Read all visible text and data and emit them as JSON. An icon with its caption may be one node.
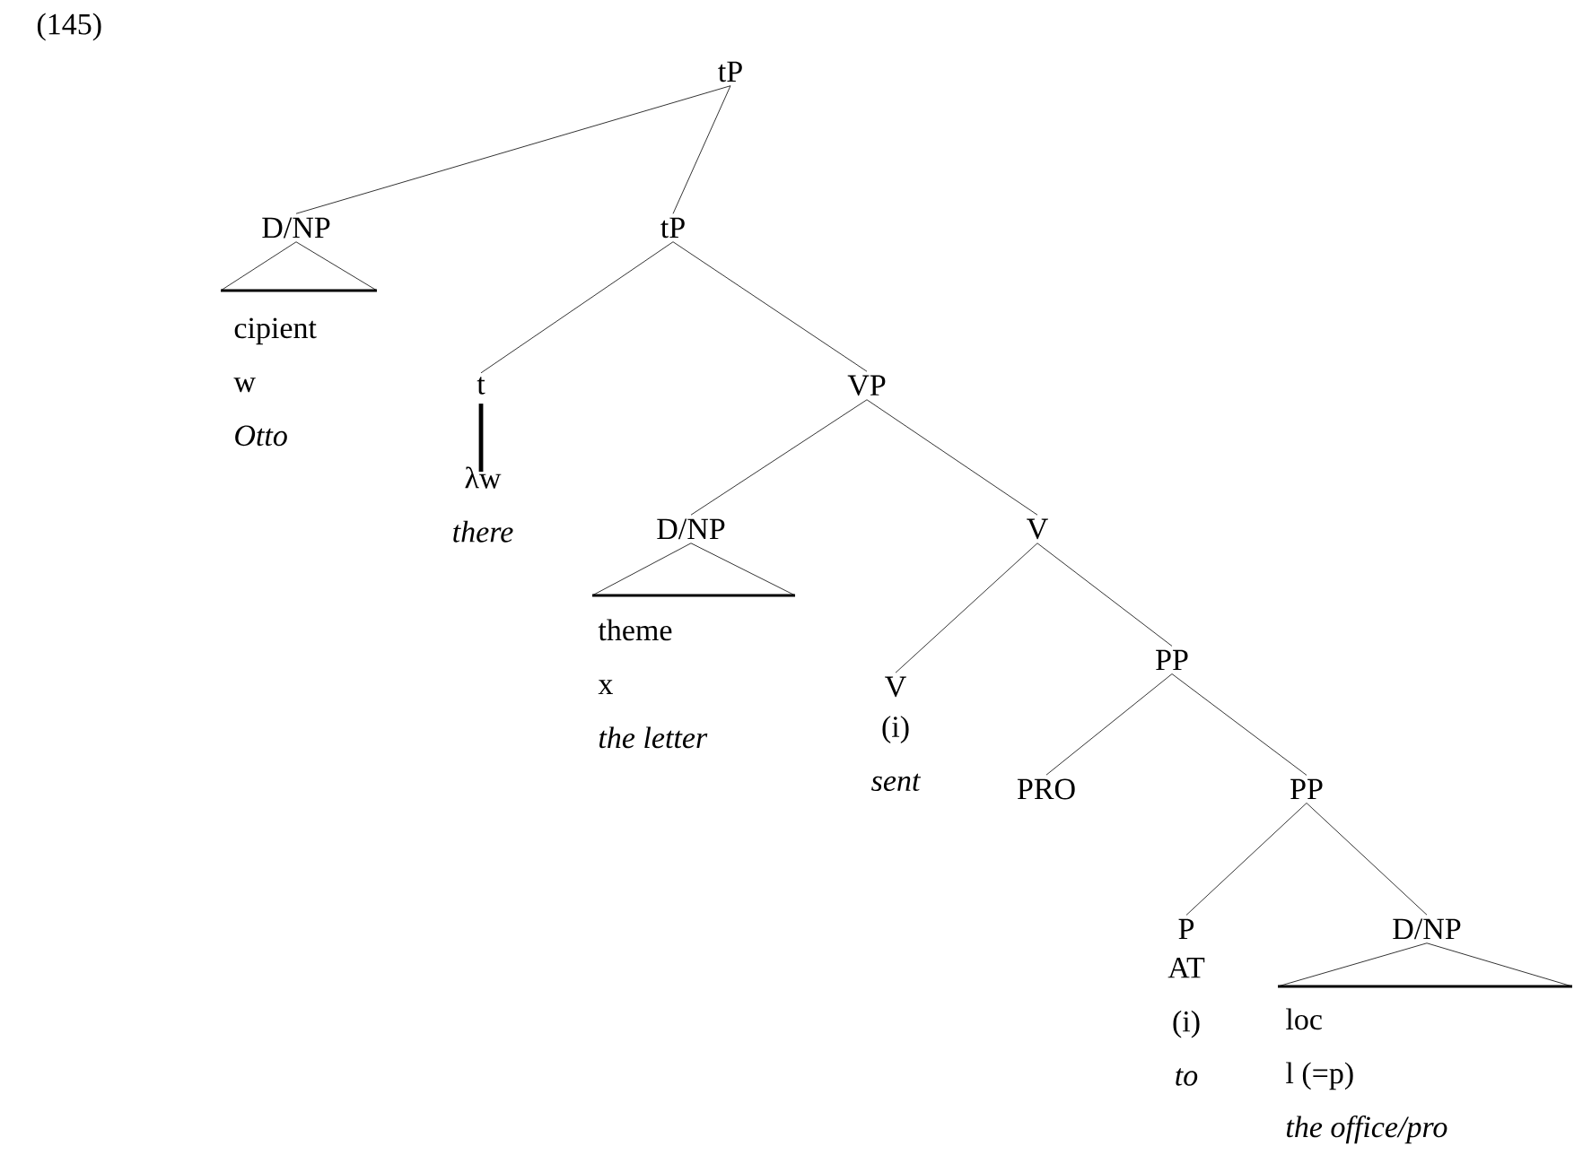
{
  "diagram": {
    "nodes": [
      {
        "text": [
          "tP"
        ]
      },
      {
        "text": [
          "D/NP"
        ]
      },
      {
        "text": [
          "tP"
        ]
      },
      {
        "text": [
          "cipient",
          "w",
          "Otto"
        ]
      },
      {
        "text": [
          "t"
        ]
      },
      {
        "text": [
          "λw",
          "there"
        ]
      },
      {
        "text": [
          "VP"
        ]
      },
      {
        "text": [
          "D/NP"
        ]
      },
      {
        "text": [
          "theme",
          "x",
          "the letter"
        ]
      },
      {
        "text": [
          "V"
        ]
      },
      {
        "text": [
          "V"
        ],
        "beside": [
          "(i)",
          "sent"
        ]
      },
      {
        "text": [
          "PP"
        ]
      },
      {
        "text": [
          "PRO"
        ]
      },
      {
        "text": [
          "PP"
        ]
      },
      {
        "text": [
          "P"
        ],
        "beside": [
          "AT",
          "(i)",
          "to"
        ]
      },
      {
        "text": [
          "D/NP"
        ]
      },
      {
        "text": [
          "loc",
          "l (=p)",
          "the office/pro"
        ]
      }
    ],
    "edges": [
      {
        "from": 0,
        "to": 1,
        "arrow": "none"
      },
      {
        "from": 0,
        "to": 2,
        "arrow": "none"
      },
      {
        "from": 1,
        "to": 3,
        "arrow": "none"
      },
      {
        "from": 2,
        "to": 4,
        "arrow": "none"
      },
      {
        "from": 2,
        "to": 6,
        "arrow": "none"
      },
      {
        "from": 4,
        "to": 5,
        "arrow": "none",
        "style": "thick"
      },
      {
        "from": 6,
        "to": 7,
        "arrow": "none"
      },
      {
        "from": 6,
        "to": 9,
        "arrow": "none"
      },
      {
        "from": 7,
        "to": 8,
        "arrow": "none"
      },
      {
        "from": 9,
        "to": 10,
        "arrow": "none"
      },
      {
        "from": 9,
        "to": 11,
        "arrow": "none"
      },
      {
        "from": 11,
        "to": 12,
        "arrow": "none"
      },
      {
        "from": 11,
        "to": 13,
        "arrow": "none"
      },
      {
        "from": 13,
        "to": 14,
        "arrow": "none"
      },
      {
        "from": 13,
        "to": 15,
        "arrow": "none"
      },
      {
        "from": 15,
        "to": 16,
        "arrow": "none"
      }
    ],
    "labels": [
      "(145)"
    ]
  }
}
